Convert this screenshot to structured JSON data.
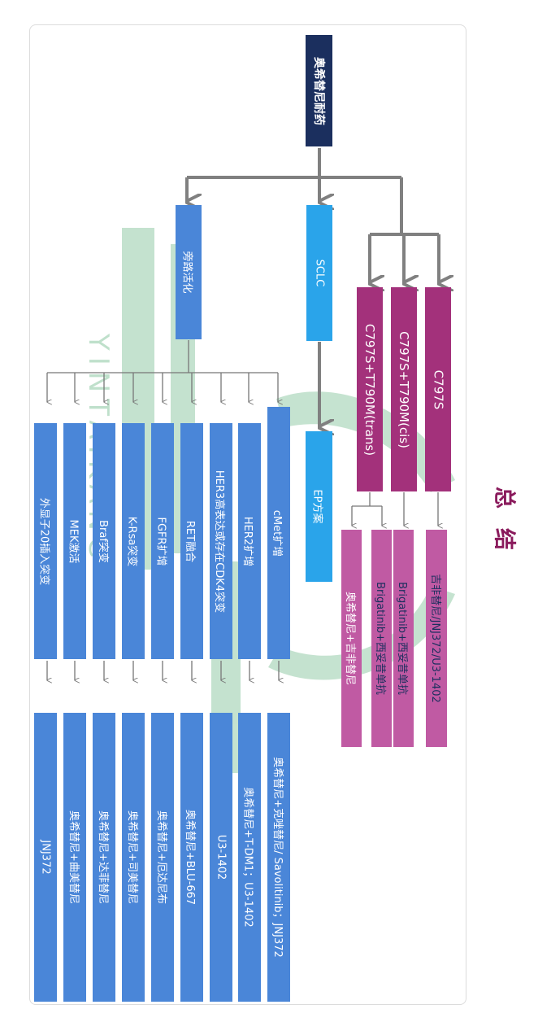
{
  "title_chars": [
    "总",
    "结"
  ],
  "root": {
    "label": "奥希替尼耐药"
  },
  "branches": {
    "bypass": {
      "label": "旁路活化"
    },
    "sclc": {
      "label": "SCLC"
    },
    "c797s_group": [
      {
        "label": "C797S",
        "treatment": "吉非替尼/JNJ372/U3-1402"
      },
      {
        "label": "C797S+T790M(cis)",
        "treatment": "Brigatinib+西妥昔单抗"
      },
      {
        "label": "C797S+T790M(trans)",
        "treatments": [
          "Brigatinib+西妥昔单抗",
          "奥希替尼+吉非替尼"
        ]
      }
    ]
  },
  "sclc_treatment": {
    "label": "EP方案"
  },
  "bypass_items": [
    {
      "label": "cMet扩增",
      "treatment": "奥希替尼+克唑替尼/ Savolitinib；JNJ372"
    },
    {
      "label": "HER2扩增",
      "treatment": "奥希替尼+T-DM1；U3-1402"
    },
    {
      "label": "HER3高表达或存在CDK4突变",
      "treatment": "U3-1402"
    },
    {
      "label": "RET融合",
      "treatment": "奥希替尼+BLU-667"
    },
    {
      "label": "FGFR扩增",
      "treatment": "奥希替尼+厄达尼布"
    },
    {
      "label": "K-Rsa突变",
      "treatment": "奥希替尼+司美替尼"
    },
    {
      "label": "Braf突变",
      "treatment": "奥希替尼+达菲替尼"
    },
    {
      "label": "MEK激活",
      "treatment": "奥希替尼+曲美替尼"
    },
    {
      "label": "外显子20插入突变",
      "treatment": "JNJ372"
    }
  ],
  "watermark": {
    "text": "YINTAIKANG"
  },
  "colors": {
    "title": "#8a1a5c",
    "navy": "#1b2f5e",
    "sclc_blue": "#2aa4ea",
    "bypass_blue": "#4a86d8",
    "purple": "#a3317b",
    "pink": "#c05aa3",
    "connector": "#808080",
    "watermark_green": "#2e9a55"
  }
}
